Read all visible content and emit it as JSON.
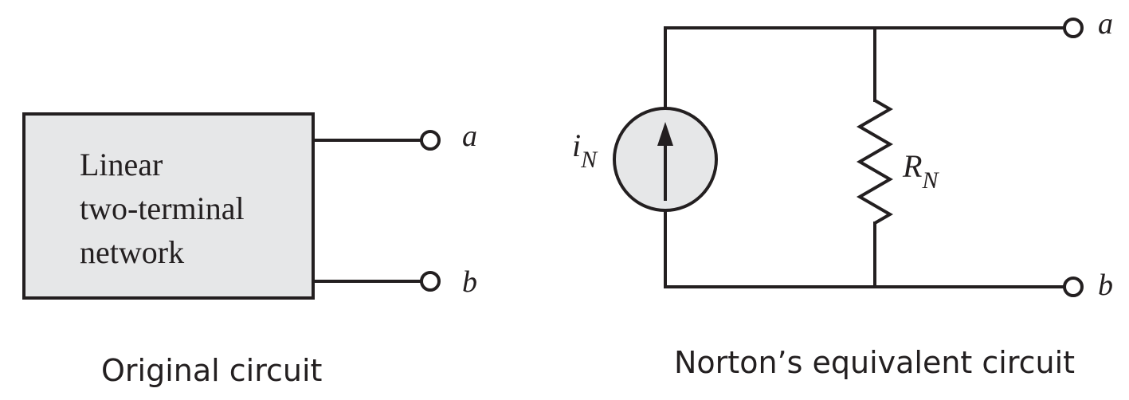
{
  "original": {
    "network_lines": [
      "Linear",
      "two-terminal",
      "network"
    ],
    "terminal_a": "a",
    "terminal_b": "b",
    "caption": "Original circuit"
  },
  "norton": {
    "source_label_main": "i",
    "source_label_sub": "N",
    "resistor_label_main": "R",
    "resistor_label_sub": "N",
    "terminal_a": "a",
    "terminal_b": "b",
    "caption": "Norton’s equivalent circuit"
  },
  "colors": {
    "stroke": "#231f20",
    "fill": "#e6e7e8"
  }
}
